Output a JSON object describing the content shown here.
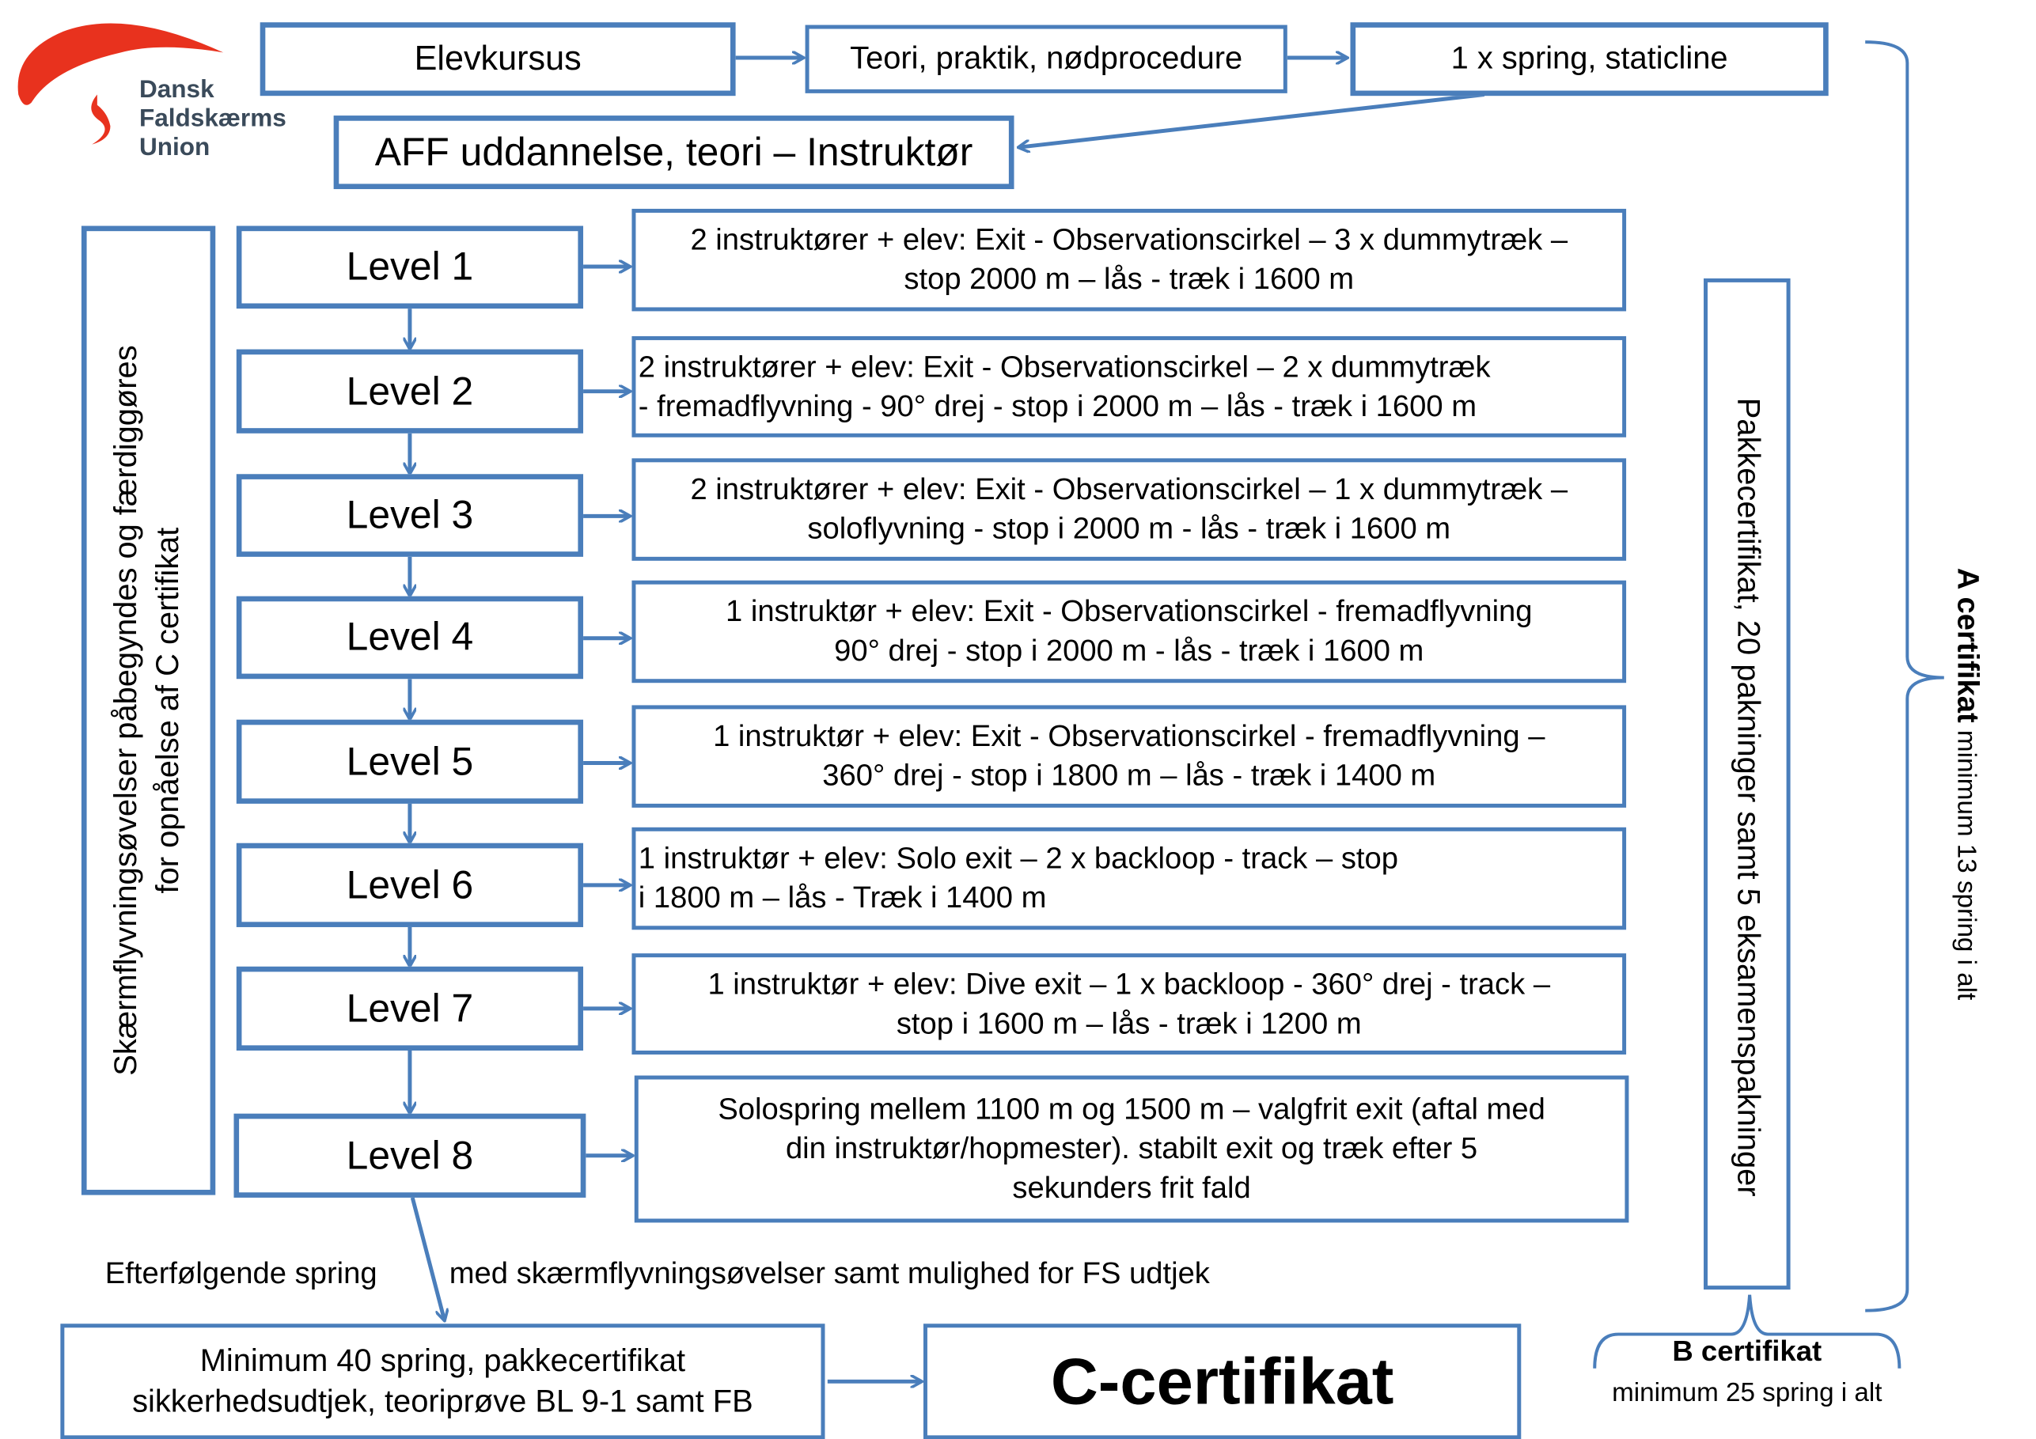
{
  "logo": {
    "line1": "Dansk",
    "line2": "Faldskærms",
    "line3": "Union",
    "color": "#e8321e"
  },
  "top": {
    "elevkursus": "Elevkursus",
    "teori": "Teori, praktik, nødprocedure",
    "spring": "1 x spring, staticline",
    "aff": "AFF uddannelse, teori – Instruktør"
  },
  "left_vertical": {
    "line1": "Skærmflyvningsøvelser påbegyndes og færdiggøres",
    "line2": "for opnåelse af C certifikat"
  },
  "levels": [
    {
      "label": "Level 1",
      "desc": "2 instruktører + elev: Exit - Observationscirkel – 3 x dummytræk –\nstop 2000 m – lås - træk i 1600 m"
    },
    {
      "label": "Level 2",
      "desc": "2 instruktører + elev: Exit - Observationscirkel – 2 x dummytræk\n- fremadflyvning - 90° drej - stop i 2000 m – lås - træk i 1600 m"
    },
    {
      "label": "Level 3",
      "desc": "2 instruktører + elev: Exit - Observationscirkel – 1 x dummytræk –\nsoloflyvning - stop i 2000 m -    lås - træk i 1600 m"
    },
    {
      "label": "Level 4",
      "desc": "1 instruktør + elev: Exit - Observationscirkel - fremadflyvning\n90° drej - stop i 2000 m  - lås - træk i 1600 m"
    },
    {
      "label": "Level 5",
      "desc": "1 instruktør + elev: Exit - Observationscirkel - fremadflyvning –\n360° drej - stop i 1800 m – lås - træk i 1400 m"
    },
    {
      "label": "Level 6",
      "desc": "1 instruktør + elev: Solo exit – 2 x backloop - track – stop\ni 1800 m – lås - Træk i 1400 m"
    },
    {
      "label": "Level 7",
      "desc": "1 instruktør + elev: Dive exit – 1 x backloop - 360° drej - track –\nstop i 1600 m – lås - træk i 1200 m"
    },
    {
      "label": "Level 8",
      "desc": "Solospring mellem 1100 m og 1500 m – valgfrit exit (aftal med\ndin instruktør/hopmester). stabilt exit og træk efter 5\nsekunders frit fald"
    }
  ],
  "after": {
    "left": "Efterfølgende spring",
    "right": "med skærmflyvningsøvelser samt mulighed for FS udtjek"
  },
  "minimum": "Minimum 40 spring, pakkecertifikat\nsikkerhedsudtjek, teoriprøve BL 9-1 samt FB",
  "c_cert": "C-certifikat",
  "pakke": "Pakkecertifikat, 20 pakninger samt 5 eksamenspakninger",
  "a_cert": {
    "bold": "A certifikat",
    "rest": " minimum 13 spring i alt"
  },
  "b_cert": {
    "title": "B certifikat",
    "sub": "minimum 25 spring i alt"
  },
  "colors": {
    "border": "#4a7ebb",
    "arrow": "#4a7ebb",
    "logo": "#e8321e"
  }
}
